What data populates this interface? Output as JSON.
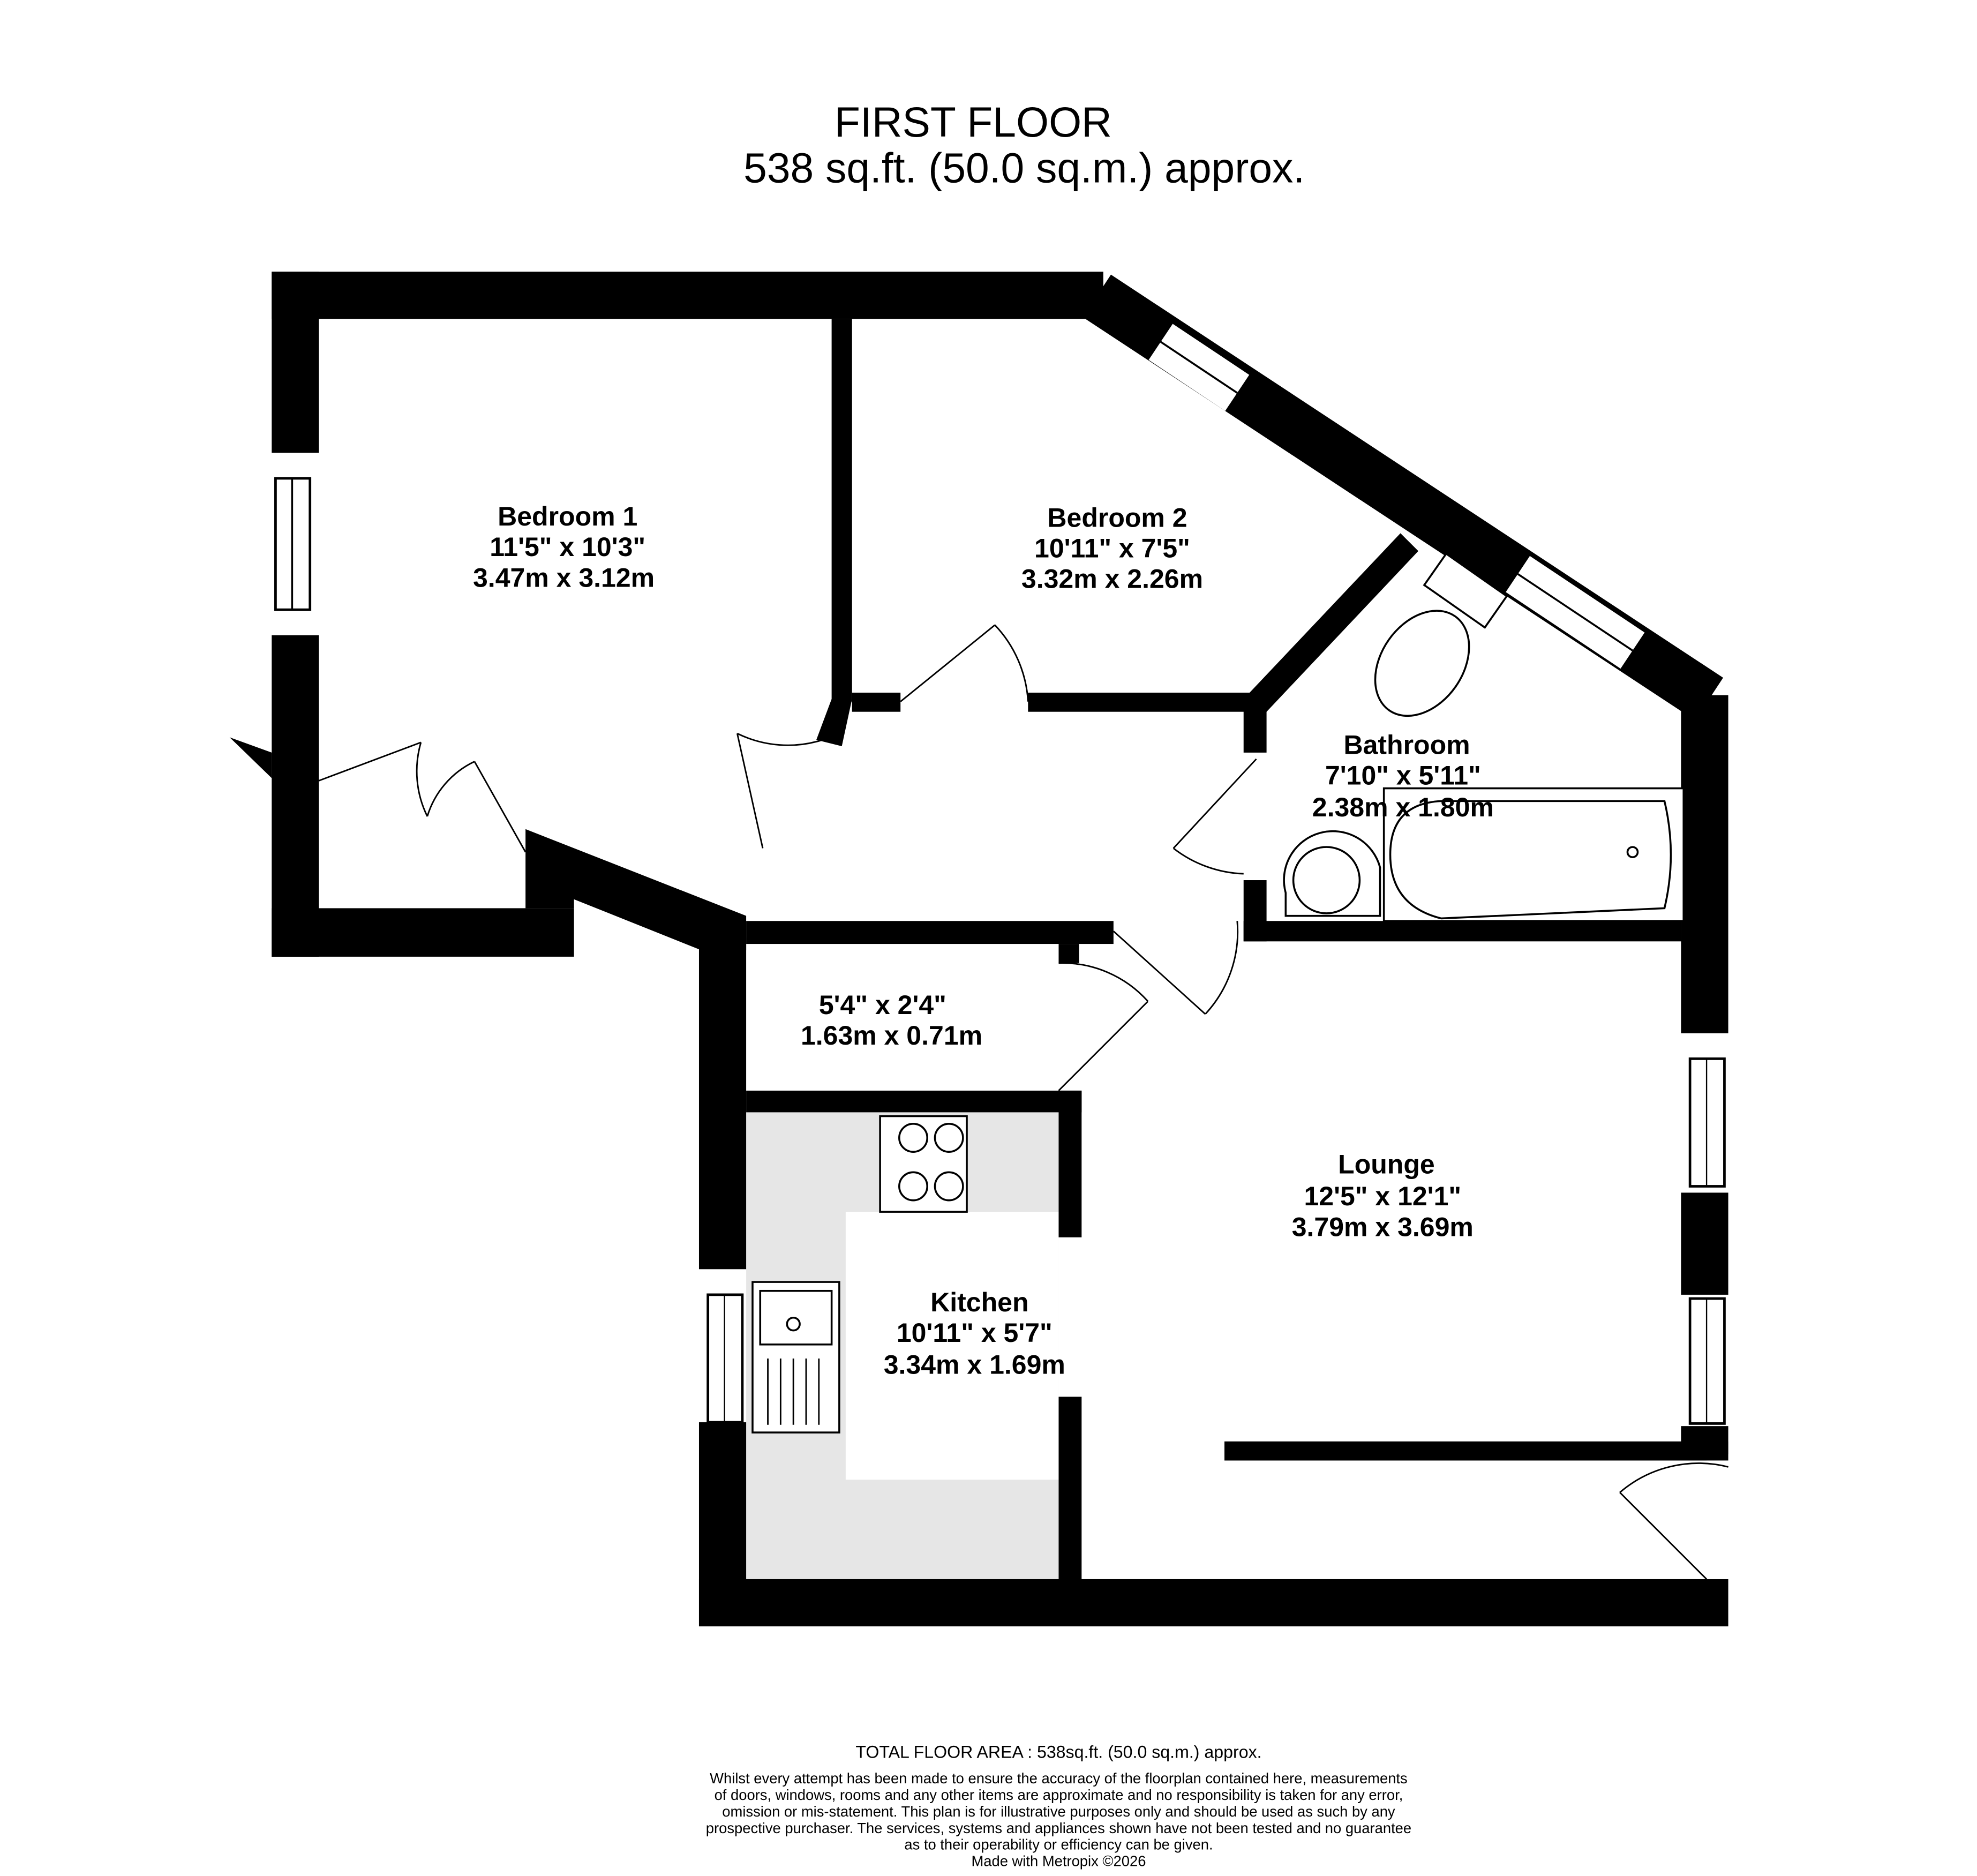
{
  "header": {
    "title": "FIRST FLOOR",
    "subtitle": "538 sq.ft. (50.0 sq.m.) approx."
  },
  "rooms": [
    {
      "name": "Bedroom 1",
      "imperial": "11'5\"  x 10'3\"",
      "metric": "3.47m  x 3.12m"
    },
    {
      "name": "Bedroom 2",
      "imperial": "10'11\"  x 7'5\"",
      "metric": "3.32m  x 2.26m"
    },
    {
      "name": "Bathroom",
      "imperial": "7'10\"  x 5'11\"",
      "metric": "2.38m  x 1.80m"
    },
    {
      "name": "",
      "imperial": "5'4\"  x 2'4\"",
      "metric": "1.63m  x 0.71m"
    },
    {
      "name": "Lounge",
      "imperial": "12'5\"  x 12'1\"",
      "metric": "3.79m  x 3.69m"
    },
    {
      "name": "Kitchen",
      "imperial": "10'11\"  x 5'7\"",
      "metric": "3.34m  x 1.69m"
    }
  ],
  "footer": {
    "total": "TOTAL FLOOR AREA : 538sq.ft. (50.0 sq.m.) approx.",
    "disclaimer": [
      "Whilst every attempt has been made to ensure the accuracy of the floorplan contained here, measurements",
      "of doors, windows, rooms and any other items are approximate and no responsibility is taken for any error,",
      "omission or mis-statement. This plan is for illustrative purposes only and should be used as such by any",
      "prospective purchaser. The services, systems and appliances shown have not been tested and no guarantee",
      "as to their operability or efficiency can be given."
    ],
    "credit": "Made with Metropix ©2026"
  },
  "colors": {
    "wall": "#000000",
    "kitchen_floor": "#e6e6e6"
  }
}
